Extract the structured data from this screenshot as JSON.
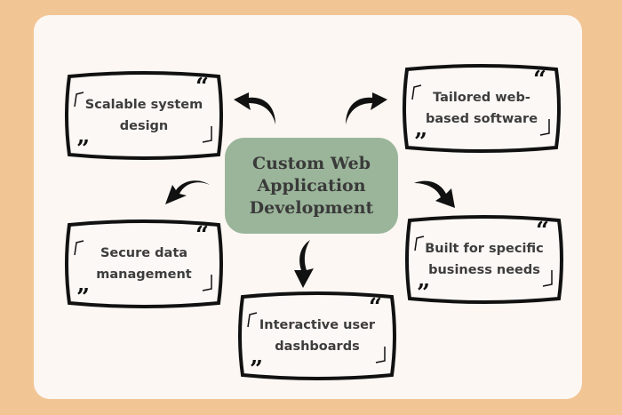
{
  "center_title": "Custom Web\nApplication\nDevelopment",
  "boxes": [
    {
      "label": "Scalable system design"
    },
    {
      "label": "Tailored web-based software"
    },
    {
      "label": "Secure data management"
    },
    {
      "label": "Built for specific business needs"
    },
    {
      "label": "Interactive user dashboards"
    }
  ],
  "colors": {
    "background": "#f2c595",
    "card": "#fcf7f3",
    "center": "#9bb59a"
  }
}
